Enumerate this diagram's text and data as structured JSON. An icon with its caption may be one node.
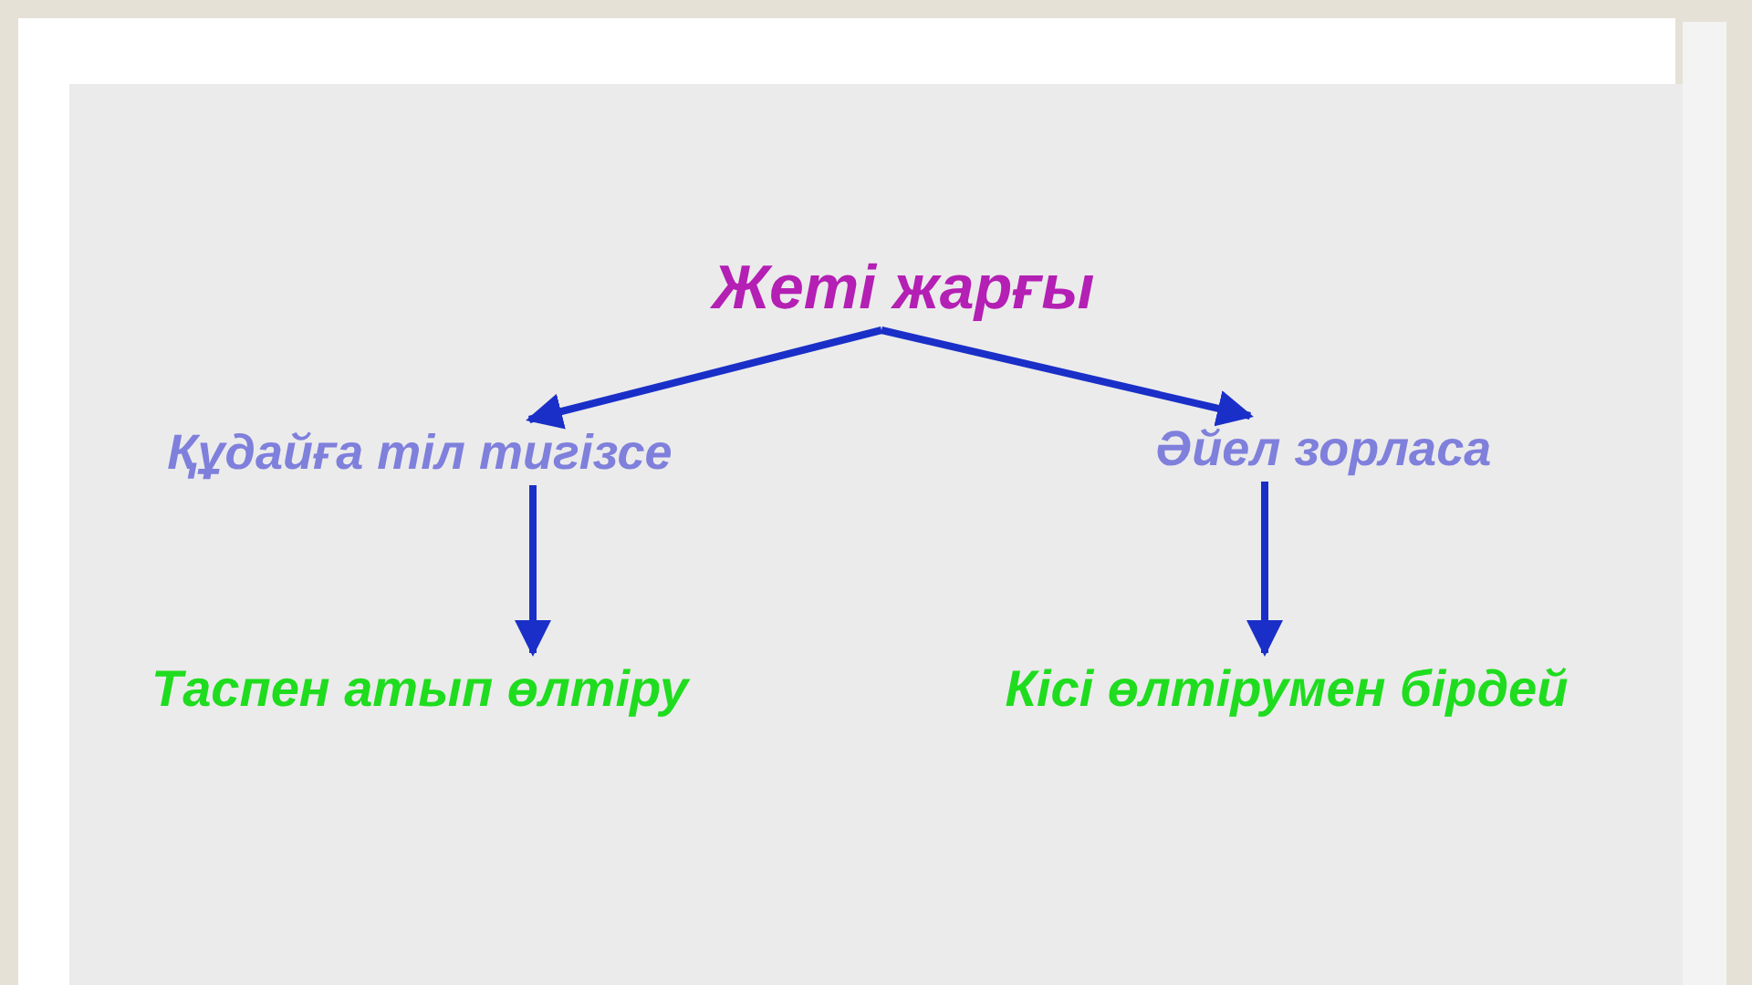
{
  "diagram": {
    "nodes": [
      {
        "text": [
          "Жеті жарғы"
        ]
      },
      {
        "text": [
          "Құдайға тіл тигізсе"
        ]
      },
      {
        "text": [
          "Әйел зорласа"
        ]
      },
      {
        "text": [
          "Таспен атып өлтіру"
        ]
      },
      {
        "text": [
          "Кісі өлтірумен бірдей"
        ]
      }
    ],
    "edges": [
      {
        "from": 0,
        "to": 1,
        "arrow": "to"
      },
      {
        "from": 0,
        "to": 2,
        "arrow": "to"
      },
      {
        "from": 1,
        "to": 3,
        "arrow": "to"
      },
      {
        "from": 2,
        "to": 4,
        "arrow": "to"
      }
    ]
  }
}
